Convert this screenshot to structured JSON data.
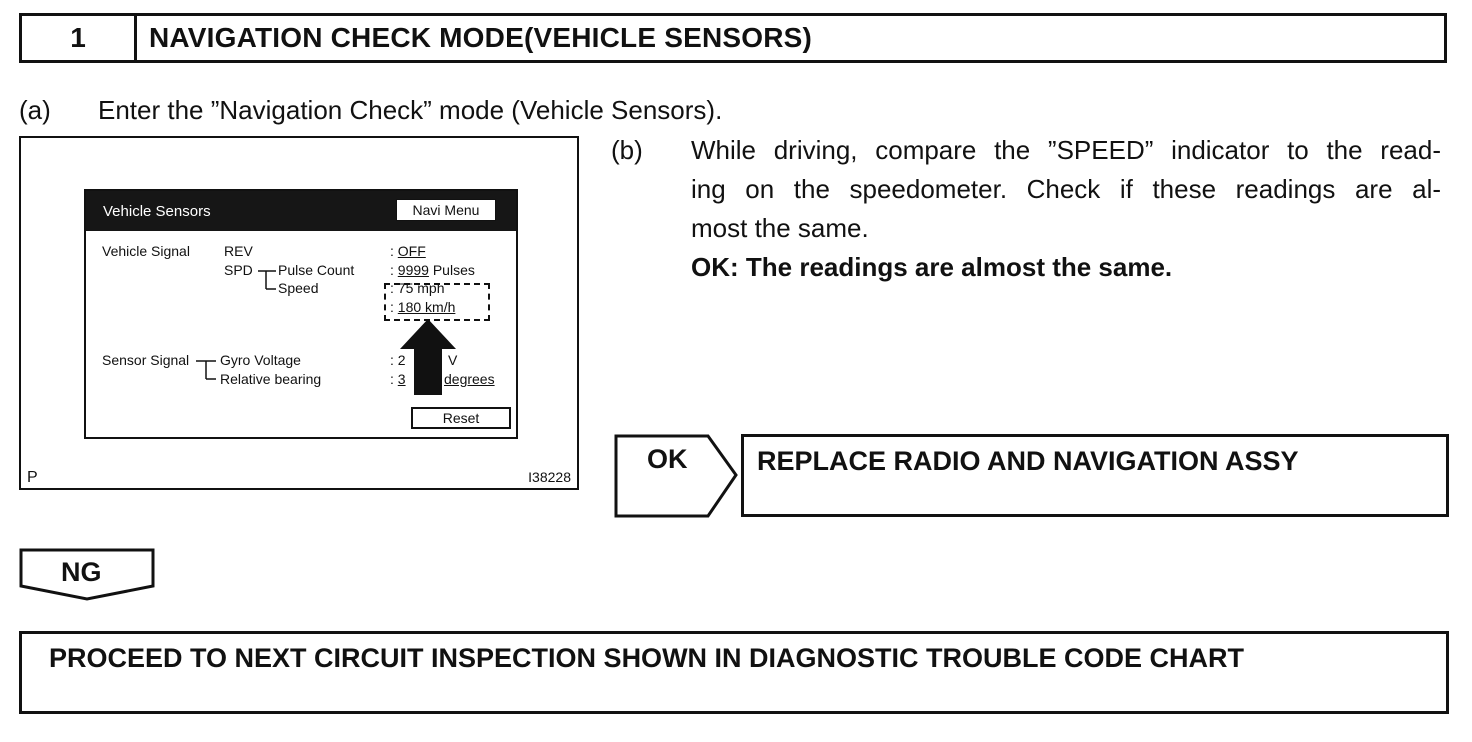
{
  "step": {
    "number": "1",
    "title": "NAVIGATION CHECK MODE(VEHICLE SENSORS)"
  },
  "para_a": {
    "label": "(a)",
    "text": "Enter the ”Navigation Check” mode (Vehicle Sensors)."
  },
  "para_b": {
    "label": "(b)",
    "lines": [
      "While driving, compare the ”SPEED” indicator to the read-",
      "ing on the speedometer. Check if these readings are al-",
      "most the same."
    ],
    "ok_criteria": "OK: The readings are almost the same."
  },
  "figure": {
    "screen_title": "Vehicle Sensors",
    "navi_menu_button": "Navi Menu",
    "vehicle_signal_label": "Vehicle Signal",
    "rev_label": "REV",
    "spd_label": "SPD",
    "pulse_count_label": "Pulse Count",
    "speed_label": "Speed",
    "rev_value": "OFF",
    "pulse_value": "9999",
    "pulse_unit": "Pulses",
    "speed_mph": "75 mph",
    "speed_kmh": "180 km/h",
    "sensor_signal_label": "Sensor Signal",
    "gyro_voltage_label": "Gyro Voltage",
    "relative_bearing_label": "Relative bearing",
    "gyro_value_partial": "2",
    "gyro_unit": "V",
    "bearing_value_partial": "3",
    "bearing_unit": "degrees",
    "reset_button": "Reset",
    "corner_mark": "P",
    "figure_id": "I38228"
  },
  "ok_branch": {
    "tag": "OK",
    "action": "REPLACE RADIO AND NAVIGATION ASSY"
  },
  "ng_branch": {
    "tag": "NG",
    "action": "PROCEED TO NEXT CIRCUIT INSPECTION SHOWN IN DIAGNOSTIC TROUBLE CODE CHART"
  }
}
